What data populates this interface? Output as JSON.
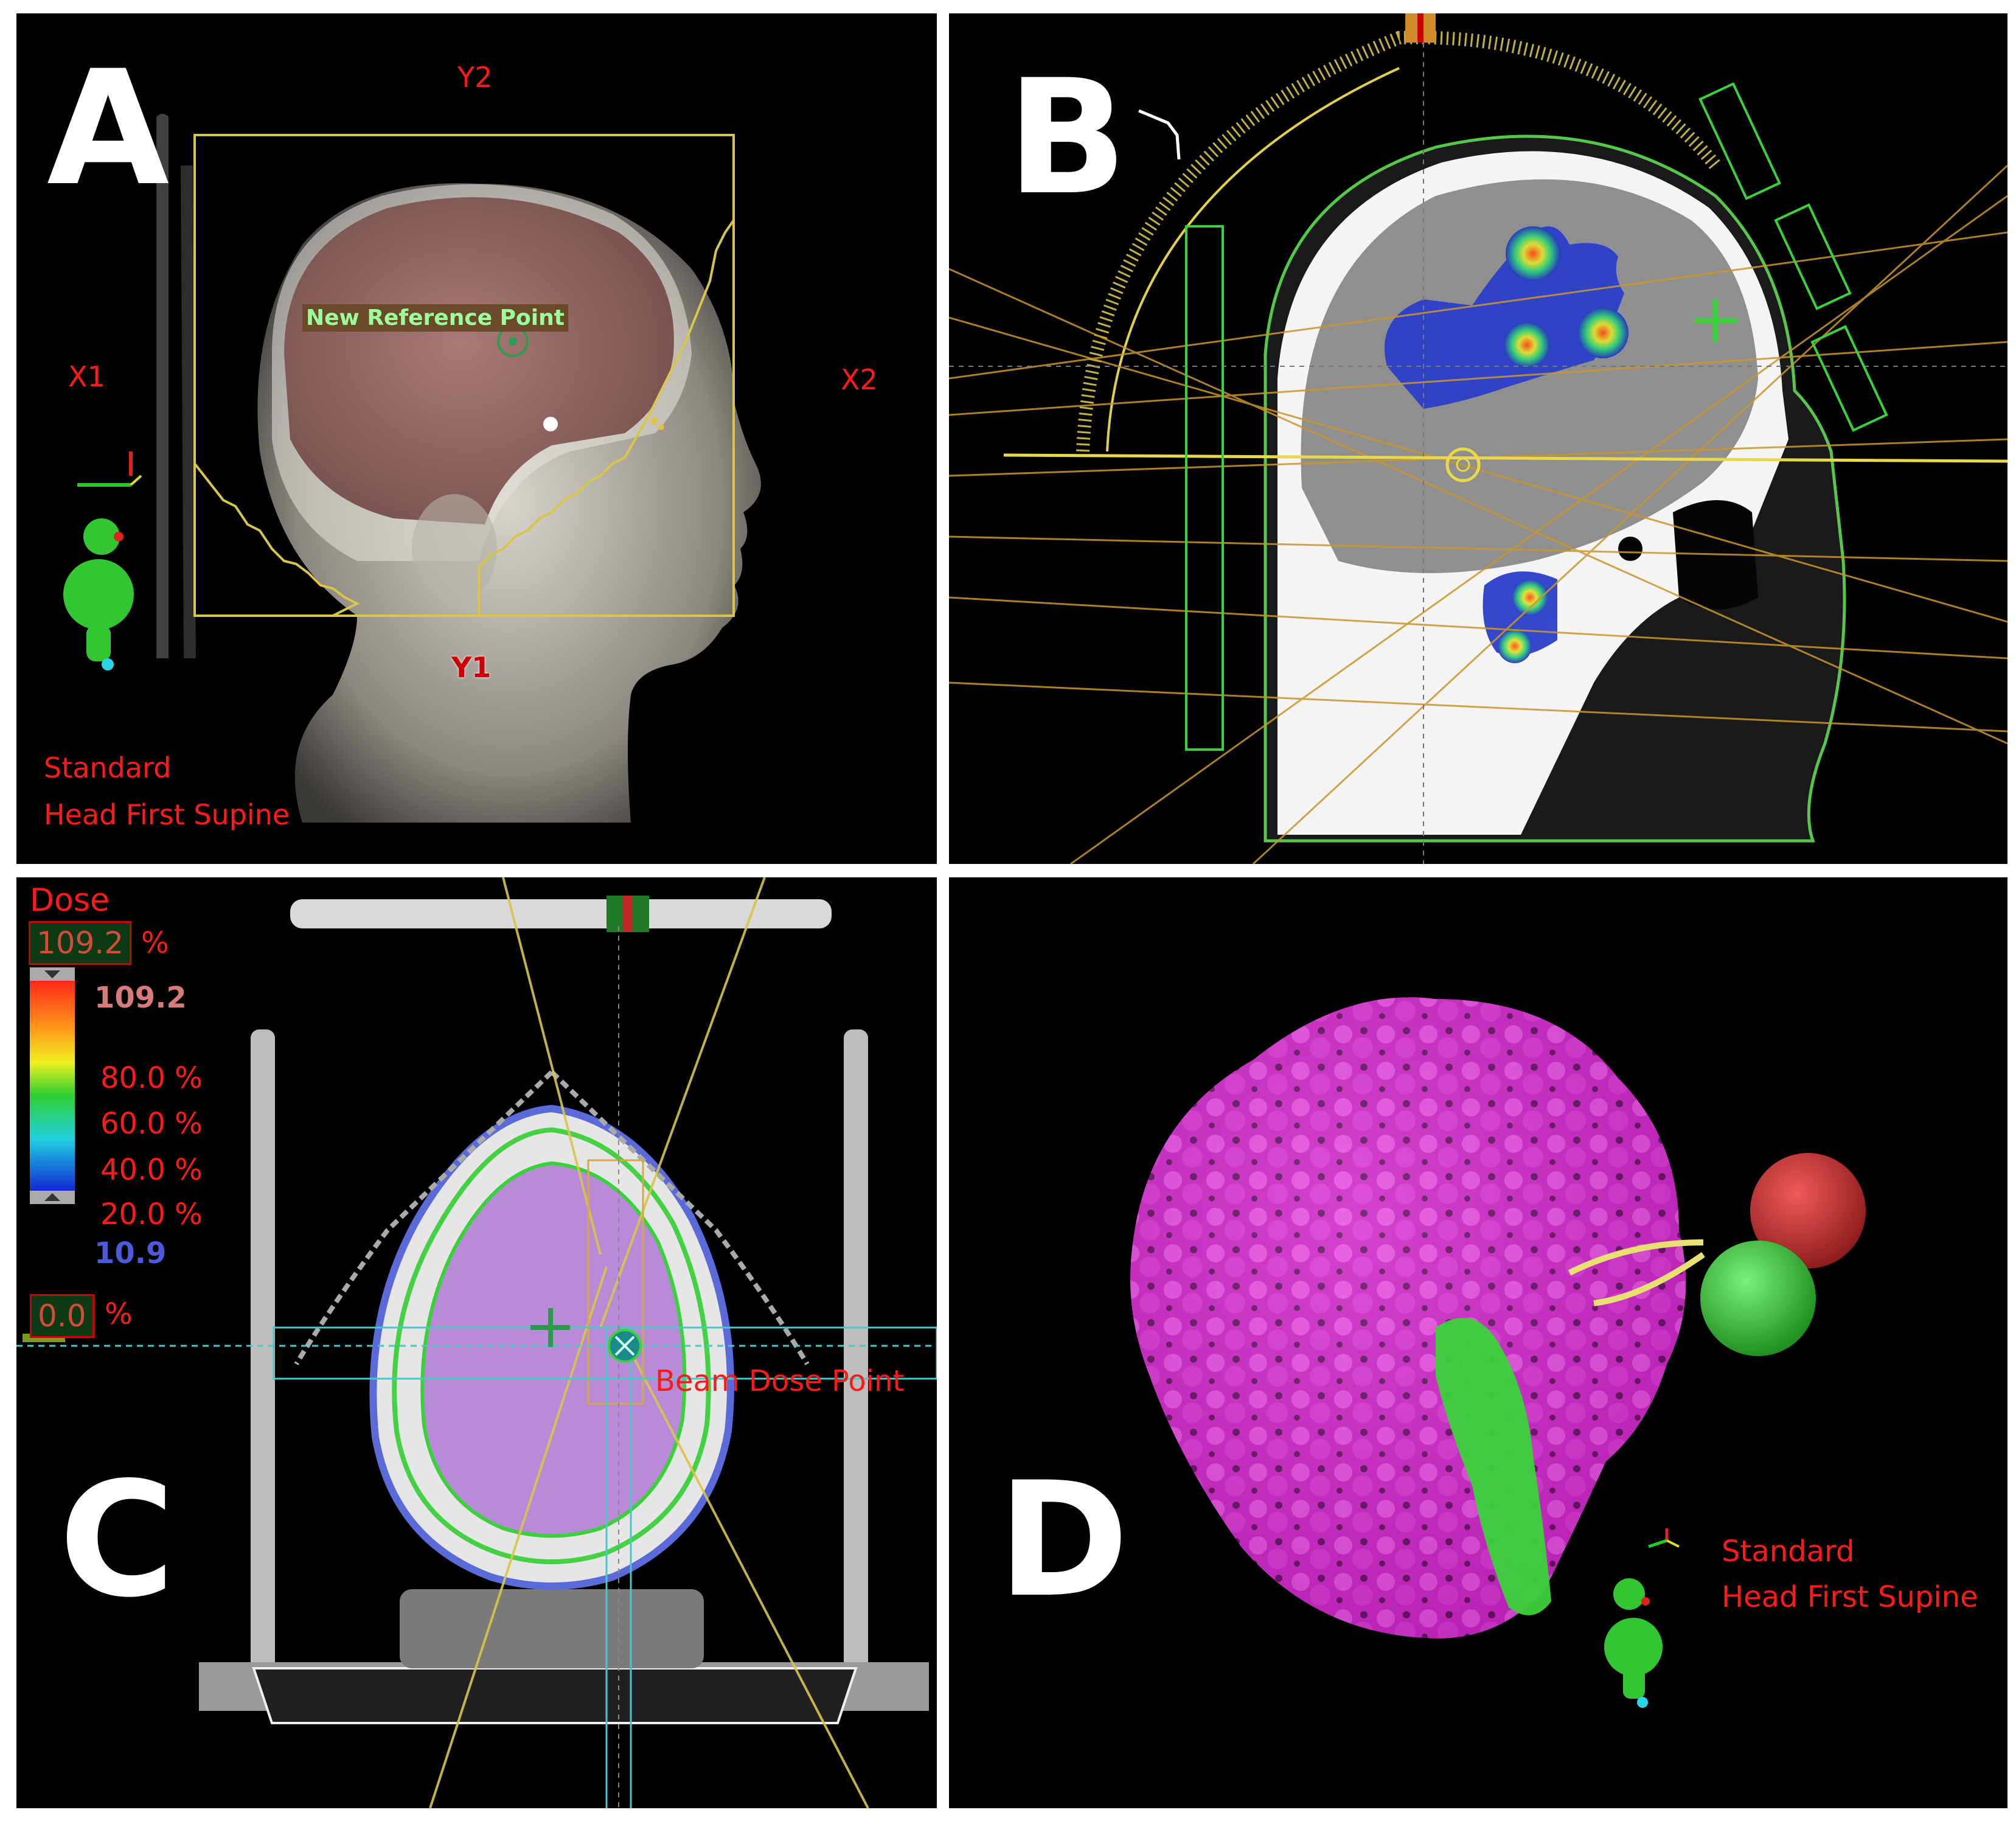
{
  "panels": {
    "a": {
      "letter": "A",
      "y2": "Y2",
      "y1": "Y1",
      "x1": "X1",
      "x2": "X2",
      "ref_point": "New Reference Point",
      "orientation_line1": "Standard",
      "orientation_line2": "Head First Supine"
    },
    "b": {
      "letter": "B"
    },
    "c": {
      "letter": "C",
      "dose_title": "Dose",
      "dose_max_input": "109.2",
      "pct": "%",
      "scale_top": "109.2",
      "scale_labels": [
        "80.0 %",
        "60.0 %",
        "40.0 %",
        "20.0 %"
      ],
      "scale_bottom": "10.9",
      "dose_min_input": "0.0",
      "beam_dose_point": "Beam Dose Point"
    },
    "d": {
      "letter": "D",
      "orientation_line1": "Standard",
      "orientation_line2": "Head First Supine"
    }
  },
  "colors": {
    "field": "#d7c64a",
    "contour_green": "#35d235",
    "label_red": "#ff1a1a",
    "brain_magenta": "#d62ed0"
  }
}
